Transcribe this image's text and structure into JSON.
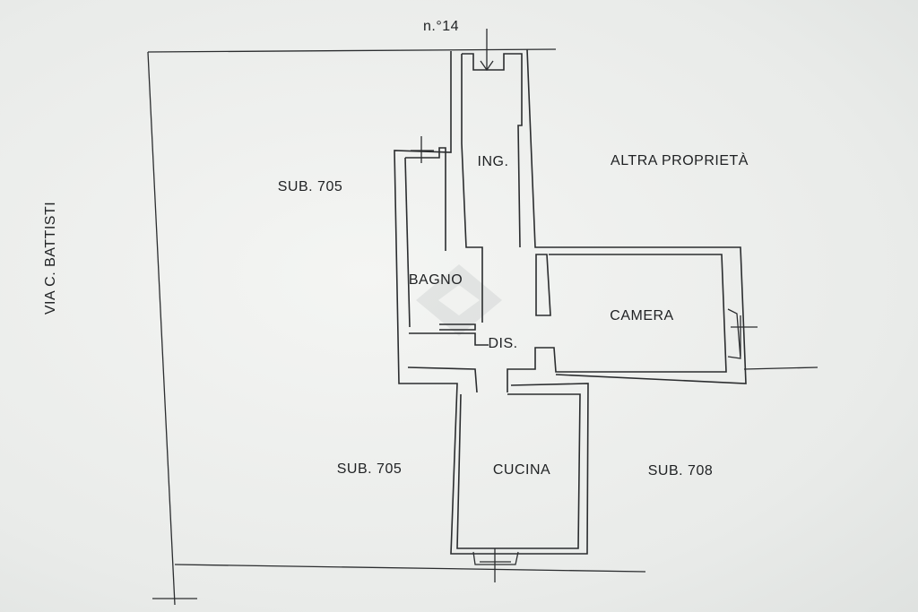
{
  "labels": {
    "house_number": "n.°14",
    "altra_proprieta": "ALTRA PROPRIETÀ",
    "sub_705_top": "SUB. 705",
    "sub_705_bottom": "SUB. 705",
    "sub_708": "SUB. 708",
    "street": "VIA C. BATTISTI",
    "ingresso": "ING.",
    "bagno": "BAGNO",
    "camera": "CAMERA",
    "disimpegno": "DIS.",
    "cucina": "CUCINA"
  },
  "colors": {
    "ink": "#2b2d2f",
    "paper": "#eef0ee",
    "watermark": "#c9cccb"
  }
}
